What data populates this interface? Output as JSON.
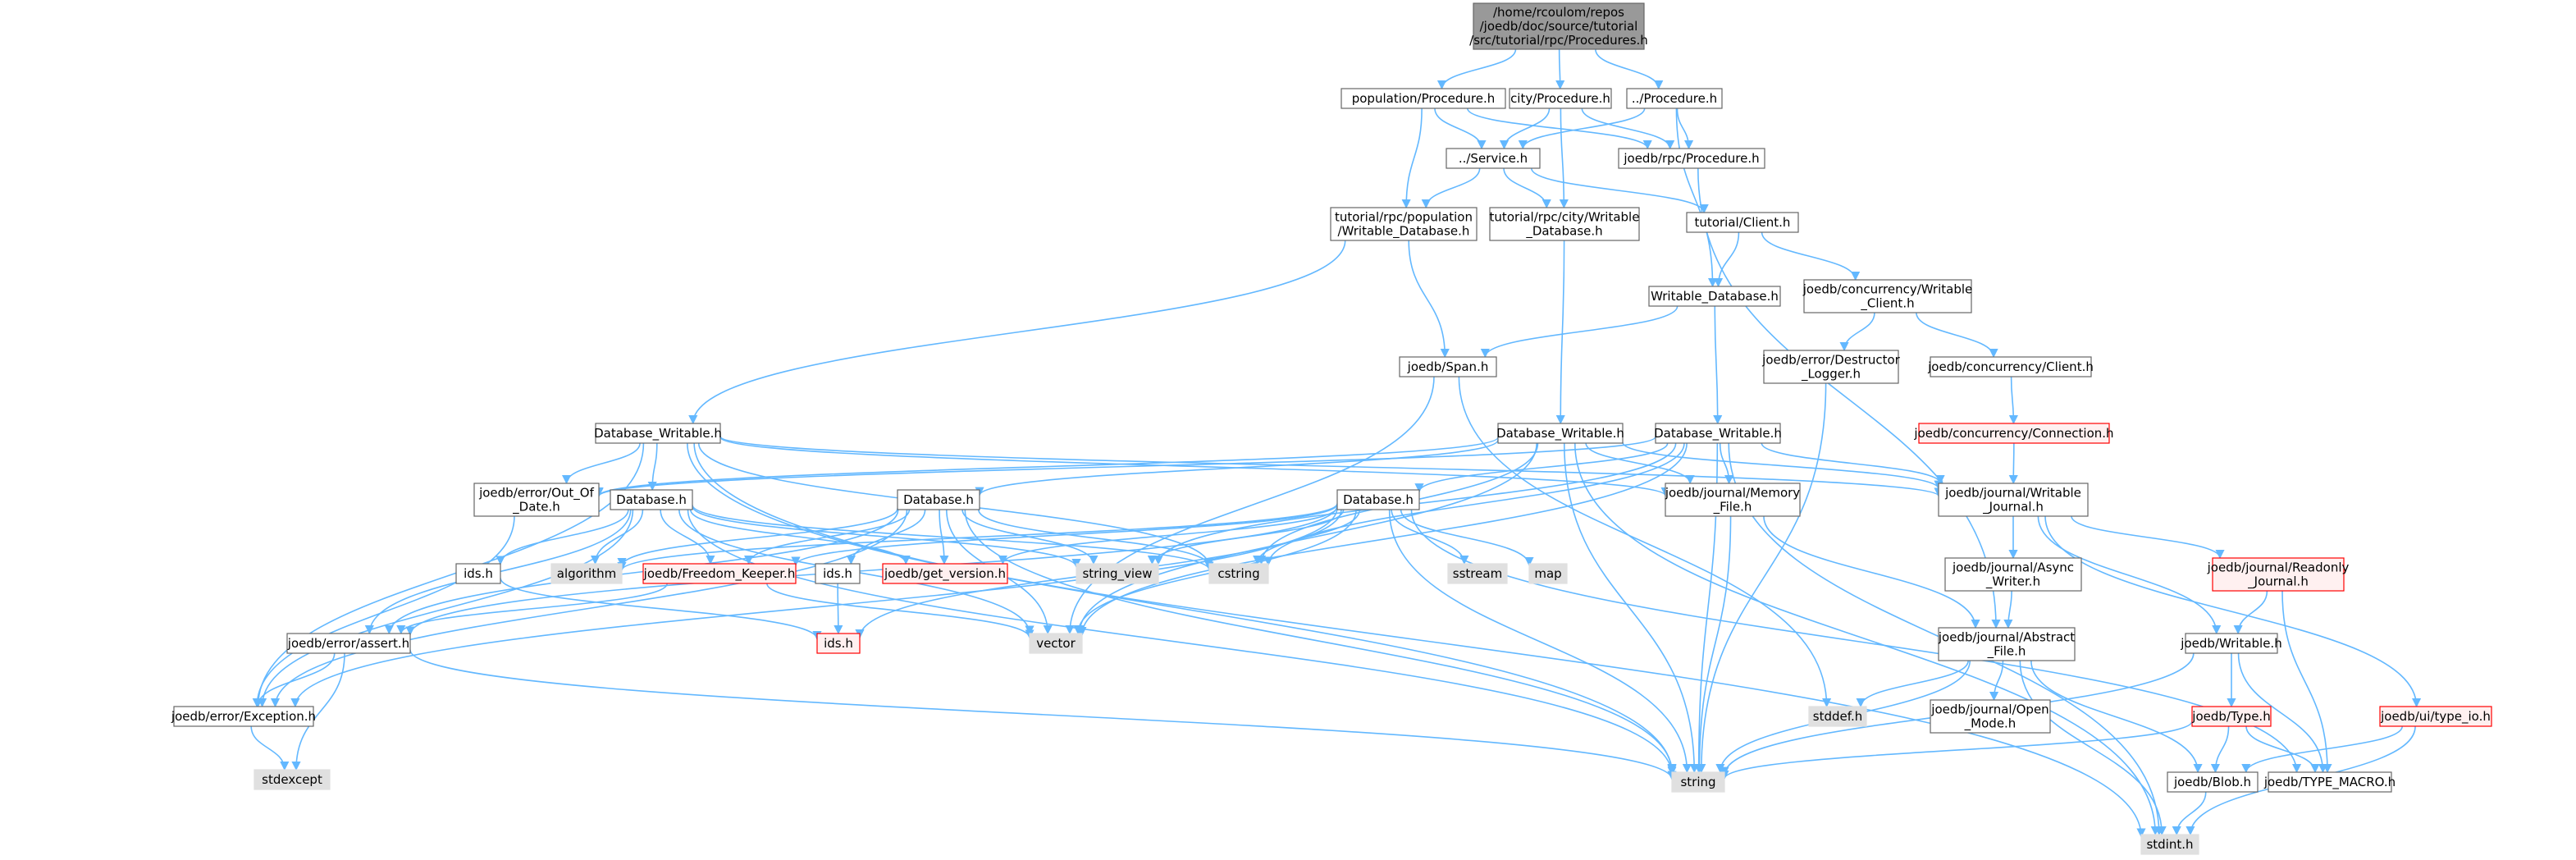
{
  "colors": {
    "edge": "#63b8ff",
    "box_border": "#666666",
    "box_fill": "#ffffff",
    "root_fill": "#999999",
    "missing_fill": "#e0e0e0",
    "red_border": "#ff0000",
    "red_fill": "#fff0f0"
  },
  "nodes": {
    "root": {
      "lines": [
        "/home/rcoulom/repos",
        "/joedb/doc/source/tutorial",
        "/src/tutorial/rpc/Procedures.h"
      ],
      "style": "root"
    },
    "pop_procedure": {
      "lines": [
        "population/Procedure.h"
      ],
      "style": "normal"
    },
    "city_procedure": {
      "lines": [
        "city/Procedure.h"
      ],
      "style": "normal"
    },
    "dotdot_procedure": {
      "lines": [
        "../Procedure.h"
      ],
      "style": "normal"
    },
    "dotdot_service": {
      "lines": [
        "../Service.h"
      ],
      "style": "normal"
    },
    "rpc_procedure": {
      "lines": [
        "joedb/rpc/Procedure.h"
      ],
      "style": "normal"
    },
    "pop_writable_db": {
      "lines": [
        "tutorial/rpc/population",
        "/Writable_Database.h"
      ],
      "style": "normal"
    },
    "city_writable_db": {
      "lines": [
        "tutorial/rpc/city/Writable",
        "_Database.h"
      ],
      "style": "normal"
    },
    "tutorial_client": {
      "lines": [
        "tutorial/Client.h"
      ],
      "style": "normal"
    },
    "writable_database": {
      "lines": [
        "Writable_Database.h"
      ],
      "style": "normal"
    },
    "conc_writable_client": {
      "lines": [
        "joedb/concurrency/Writable",
        "_Client.h"
      ],
      "style": "normal"
    },
    "span": {
      "lines": [
        "joedb/Span.h"
      ],
      "style": "normal"
    },
    "destructor_logger": {
      "lines": [
        "joedb/error/Destructor",
        "_Logger.h"
      ],
      "style": "normal"
    },
    "conc_client": {
      "lines": [
        "joedb/concurrency/Client.h"
      ],
      "style": "normal"
    },
    "conc_connection": {
      "lines": [
        "joedb/concurrency/Connection.h"
      ],
      "style": "red"
    },
    "dbw1": {
      "lines": [
        "Database_Writable.h"
      ],
      "style": "normal"
    },
    "dbw2": {
      "lines": [
        "Database_Writable.h"
      ],
      "style": "normal"
    },
    "dbw3": {
      "lines": [
        "Database_Writable.h"
      ],
      "style": "normal"
    },
    "out_of_date": {
      "lines": [
        "joedb/error/Out_Of",
        "_Date.h"
      ],
      "style": "normal"
    },
    "memory_file": {
      "lines": [
        "joedb/journal/Memory",
        "_File.h"
      ],
      "style": "normal"
    },
    "writable_journal": {
      "lines": [
        "joedb/journal/Writable",
        "_Journal.h"
      ],
      "style": "normal"
    },
    "db1": {
      "lines": [
        "Database.h"
      ],
      "style": "normal"
    },
    "db2": {
      "lines": [
        "Database.h"
      ],
      "style": "normal"
    },
    "db3": {
      "lines": [
        "Database.h"
      ],
      "style": "normal"
    },
    "ids1": {
      "lines": [
        "ids.h"
      ],
      "style": "normal"
    },
    "algorithm": {
      "lines": [
        "algorithm"
      ],
      "style": "missing"
    },
    "freedom_keeper": {
      "lines": [
        "joedb/Freedom_Keeper.h"
      ],
      "style": "red"
    },
    "ids2": {
      "lines": [
        "ids.h"
      ],
      "style": "normal"
    },
    "get_version": {
      "lines": [
        "joedb/get_version.h"
      ],
      "style": "red"
    },
    "string_view": {
      "lines": [
        "string_view"
      ],
      "style": "missing"
    },
    "cstring": {
      "lines": [
        "cstring"
      ],
      "style": "missing"
    },
    "sstream": {
      "lines": [
        "sstream"
      ],
      "style": "missing"
    },
    "map": {
      "lines": [
        "map"
      ],
      "style": "missing"
    },
    "async_writer": {
      "lines": [
        "joedb/journal/Async",
        "_Writer.h"
      ],
      "style": "normal"
    },
    "readonly_journal": {
      "lines": [
        "joedb/journal/Readonly",
        "_Journal.h"
      ],
      "style": "red"
    },
    "ids_red": {
      "lines": [
        "ids.h"
      ],
      "style": "red"
    },
    "vector": {
      "lines": [
        "vector"
      ],
      "style": "missing"
    },
    "assert": {
      "lines": [
        "joedb/error/assert.h"
      ],
      "style": "normal"
    },
    "abstract_file": {
      "lines": [
        "joedb/journal/Abstract",
        "_File.h"
      ],
      "style": "normal"
    },
    "writable_h": {
      "lines": [
        "joedb/Writable.h"
      ],
      "style": "normal"
    },
    "exception": {
      "lines": [
        "joedb/error/Exception.h"
      ],
      "style": "normal"
    },
    "stddef": {
      "lines": [
        "stddef.h"
      ],
      "style": "missing"
    },
    "open_mode": {
      "lines": [
        "joedb/journal/Open",
        "_Mode.h"
      ],
      "style": "normal"
    },
    "type_h": {
      "lines": [
        "joedb/Type.h"
      ],
      "style": "red"
    },
    "type_io": {
      "lines": [
        "joedb/ui/type_io.h"
      ],
      "style": "red"
    },
    "stdexcept": {
      "lines": [
        "stdexcept"
      ],
      "style": "missing"
    },
    "string": {
      "lines": [
        "string"
      ],
      "style": "missing"
    },
    "blob": {
      "lines": [
        "joedb/Blob.h"
      ],
      "style": "normal"
    },
    "type_macro": {
      "lines": [
        "joedb/TYPE_MACRO.h"
      ],
      "style": "normal"
    },
    "stdint": {
      "lines": [
        "stdint.h"
      ],
      "style": "missing"
    }
  },
  "edges": [
    [
      "root",
      "pop_procedure"
    ],
    [
      "root",
      "city_procedure"
    ],
    [
      "root",
      "dotdot_procedure"
    ],
    [
      "pop_procedure",
      "dotdot_service"
    ],
    [
      "pop_procedure",
      "rpc_procedure"
    ],
    [
      "pop_procedure",
      "pop_writable_db"
    ],
    [
      "city_procedure",
      "dotdot_service"
    ],
    [
      "city_procedure",
      "rpc_procedure"
    ],
    [
      "city_procedure",
      "city_writable_db"
    ],
    [
      "dotdot_procedure",
      "dotdot_service"
    ],
    [
      "dotdot_procedure",
      "rpc_procedure"
    ],
    [
      "dotdot_procedure",
      "writable_database"
    ],
    [
      "dotdot_service",
      "pop_writable_db"
    ],
    [
      "dotdot_service",
      "city_writable_db"
    ],
    [
      "dotdot_service",
      "tutorial_client"
    ],
    [
      "rpc_procedure",
      "abstract_file"
    ],
    [
      "pop_writable_db",
      "span"
    ],
    [
      "pop_writable_db",
      "dbw1"
    ],
    [
      "city_writable_db",
      "dbw2"
    ],
    [
      "tutorial_client",
      "writable_database"
    ],
    [
      "tutorial_client",
      "conc_writable_client"
    ],
    [
      "writable_database",
      "span"
    ],
    [
      "writable_database",
      "dbw3"
    ],
    [
      "conc_writable_client",
      "destructor_logger"
    ],
    [
      "conc_writable_client",
      "conc_client"
    ],
    [
      "conc_client",
      "conc_connection"
    ],
    [
      "conc_connection",
      "writable_journal"
    ],
    [
      "span",
      "stddef"
    ],
    [
      "span",
      "vector"
    ],
    [
      "destructor_logger",
      "string"
    ],
    [
      "dbw1",
      "out_of_date"
    ],
    [
      "dbw1",
      "db1"
    ],
    [
      "dbw1",
      "memory_file"
    ],
    [
      "dbw1",
      "writable_journal"
    ],
    [
      "dbw1",
      "cstring"
    ],
    [
      "dbw1",
      "stdint"
    ],
    [
      "dbw1",
      "string"
    ],
    [
      "dbw1",
      "exception"
    ],
    [
      "dbw2",
      "db2"
    ],
    [
      "dbw2",
      "out_of_date"
    ],
    [
      "dbw2",
      "memory_file"
    ],
    [
      "dbw2",
      "writable_journal"
    ],
    [
      "dbw2",
      "string"
    ],
    [
      "dbw2",
      "vector"
    ],
    [
      "dbw2",
      "stdint"
    ],
    [
      "dbw2",
      "cstring"
    ],
    [
      "dbw3",
      "db3"
    ],
    [
      "dbw3",
      "memory_file"
    ],
    [
      "dbw3",
      "writable_journal"
    ],
    [
      "dbw3",
      "string"
    ],
    [
      "dbw3",
      "vector"
    ],
    [
      "dbw3",
      "stdint"
    ],
    [
      "dbw3",
      "string_view"
    ],
    [
      "dbw3",
      "out_of_date"
    ],
    [
      "dbw3",
      "cstring"
    ],
    [
      "out_of_date",
      "exception"
    ],
    [
      "memory_file",
      "abstract_file"
    ],
    [
      "memory_file",
      "string"
    ],
    [
      "writable_journal",
      "async_writer"
    ],
    [
      "writable_journal",
      "readonly_journal"
    ],
    [
      "writable_journal",
      "writable_h"
    ],
    [
      "writable_journal",
      "type_io"
    ],
    [
      "db1",
      "ids1"
    ],
    [
      "db1",
      "algorithm"
    ],
    [
      "db1",
      "freedom_keeper"
    ],
    [
      "db1",
      "get_version"
    ],
    [
      "db1",
      "string_view"
    ],
    [
      "db1",
      "vector"
    ],
    [
      "db1",
      "assert"
    ],
    [
      "db1",
      "exception"
    ],
    [
      "db1",
      "cstring"
    ],
    [
      "db1",
      "string"
    ],
    [
      "db2",
      "ids2"
    ],
    [
      "db2",
      "algorithm"
    ],
    [
      "db2",
      "freedom_keeper"
    ],
    [
      "db2",
      "get_version"
    ],
    [
      "db2",
      "string_view"
    ],
    [
      "db2",
      "cstring"
    ],
    [
      "db2",
      "vector"
    ],
    [
      "db2",
      "string"
    ],
    [
      "db2",
      "assert"
    ],
    [
      "db2",
      "exception"
    ],
    [
      "db3",
      "ids_red"
    ],
    [
      "db3",
      "algorithm"
    ],
    [
      "db3",
      "freedom_keeper"
    ],
    [
      "db3",
      "get_version"
    ],
    [
      "db3",
      "string_view"
    ],
    [
      "db3",
      "cstring"
    ],
    [
      "db3",
      "sstream"
    ],
    [
      "db3",
      "map"
    ],
    [
      "db3",
      "vector"
    ],
    [
      "db3",
      "string"
    ],
    [
      "db3",
      "assert"
    ],
    [
      "db3",
      "exception"
    ],
    [
      "db3",
      "type_macro"
    ],
    [
      "ids1",
      "ids_red"
    ],
    [
      "ids2",
      "ids_red"
    ],
    [
      "freedom_keeper",
      "vector"
    ],
    [
      "freedom_keeper",
      "assert"
    ],
    [
      "async_writer",
      "abstract_file"
    ],
    [
      "readonly_journal",
      "writable_h"
    ],
    [
      "readonly_journal",
      "type_macro"
    ],
    [
      "assert",
      "exception"
    ],
    [
      "assert",
      "stdexcept"
    ],
    [
      "assert",
      "string"
    ],
    [
      "exception",
      "stdexcept"
    ],
    [
      "abstract_file",
      "stddef"
    ],
    [
      "abstract_file",
      "open_mode"
    ],
    [
      "abstract_file",
      "blob"
    ],
    [
      "abstract_file",
      "string"
    ],
    [
      "abstract_file",
      "stdint"
    ],
    [
      "writable_h",
      "type_h"
    ],
    [
      "writable_h",
      "type_macro"
    ],
    [
      "writable_h",
      "string"
    ],
    [
      "type_h",
      "blob"
    ],
    [
      "type_h",
      "type_macro"
    ],
    [
      "type_h",
      "string"
    ],
    [
      "type_io",
      "stdint"
    ],
    [
      "type_io",
      "blob"
    ],
    [
      "blob",
      "stdint"
    ]
  ]
}
